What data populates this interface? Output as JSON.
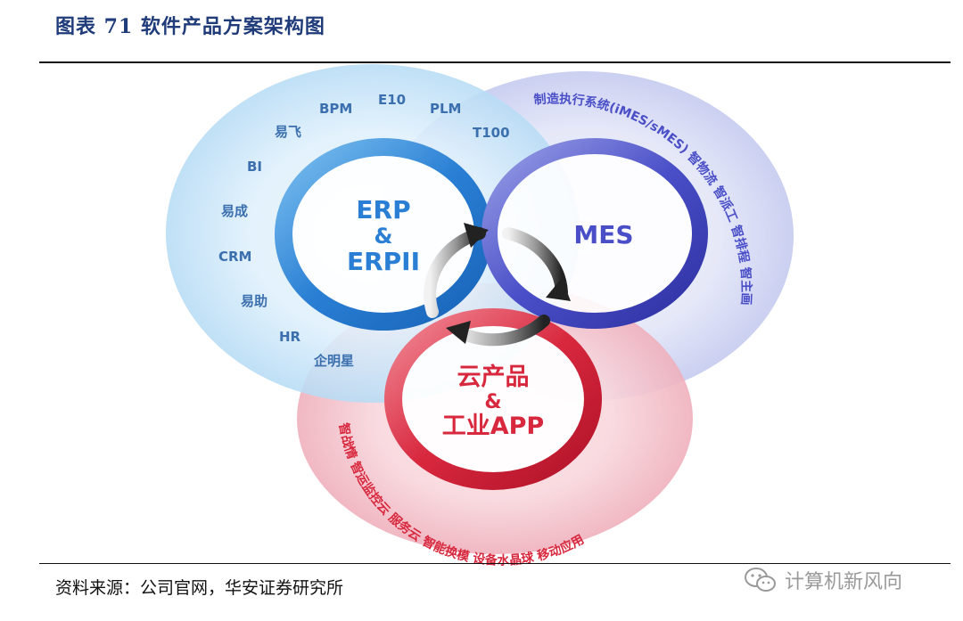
{
  "figure": {
    "title": "图表 71 软件产品方案架构图",
    "source": "资料来源：公司官网，华安证券研究所",
    "watermark": "计算机新风向"
  },
  "diagram": {
    "erp": {
      "lines": [
        "ERP",
        "&",
        "ERPII"
      ],
      "modules": [
        "BPM",
        "E10",
        "PLM",
        "T100",
        "易飞",
        "BI",
        "易成",
        "CRM",
        "易助",
        "HR",
        "企明星"
      ]
    },
    "mes": {
      "label": "MES",
      "arc_text": "制造执行系统(iMES/sMES) 智物流 智派工 智排程 智主画"
    },
    "cloud": {
      "lines": [
        "云产品",
        "&",
        "工业APP"
      ],
      "arc_text": "智战情 智运监控云 服务云 智能换模 设备水晶球 移动应用"
    },
    "colors": {
      "erp_blue": "#2a7fd4",
      "mes_indigo": "#4a4fc8",
      "cloud_red": "#d8283e",
      "title_navy": "#1f3b7a"
    }
  }
}
